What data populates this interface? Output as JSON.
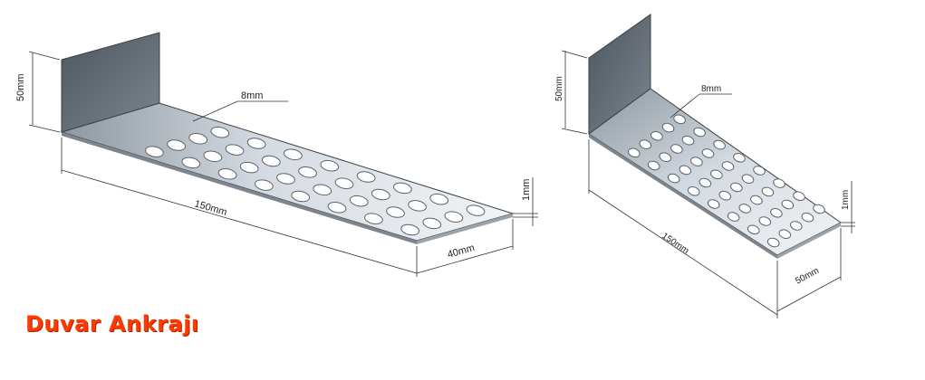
{
  "caption": "Duvar Ankrajı",
  "colors": {
    "caption": "#ff3a00",
    "metal_dark": "#5e6770",
    "metal_light": "#d7dde4",
    "line": "#333333"
  },
  "left_anchor": {
    "label_height": "50mm",
    "label_hole": "8mm",
    "label_length": "150mm",
    "label_width": "40mm",
    "label_thickness": "1mm"
  },
  "right_anchor": {
    "label_height": "50mm",
    "label_hole": "8mm",
    "label_length": "150mm",
    "label_width": "50mm",
    "label_thickness": "1mm"
  }
}
